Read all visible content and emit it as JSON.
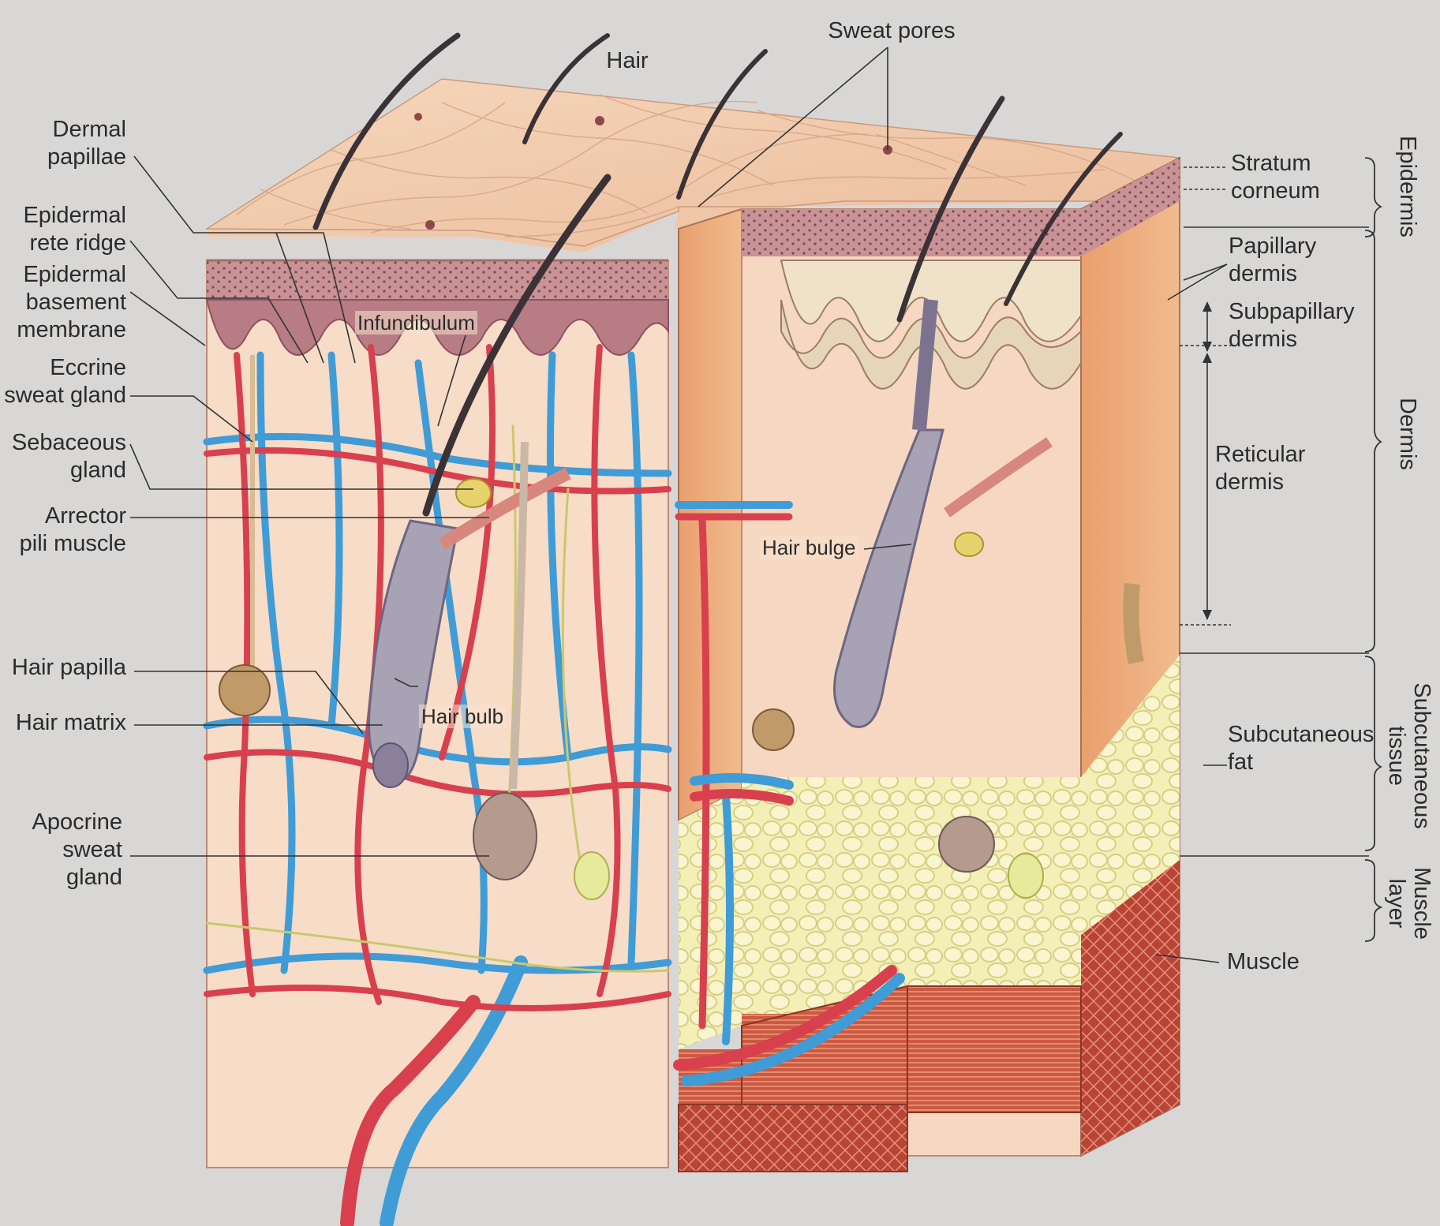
{
  "labels": {
    "hair": "Hair",
    "sweat_pores": "Sweat pores",
    "dermal_papillae": [
      "Dermal",
      "papillae"
    ],
    "epidermal_rete_ridge": [
      "Epidermal",
      "rete ridge"
    ],
    "epidermal_basement_membrane": [
      "Epidermal",
      "basement",
      "membrane"
    ],
    "eccrine_sweat_gland": [
      "Eccrine",
      "sweat gland"
    ],
    "sebaceous_gland": [
      "Sebaceous",
      "gland"
    ],
    "arrector_pili_muscle": [
      "Arrector",
      "pili muscle"
    ],
    "hair_papilla": "Hair papilla",
    "hair_matrix": "Hair matrix",
    "apocrine_sweat_gland": [
      "Apocrine",
      "sweat",
      "gland"
    ],
    "infundibulum": "Infundibulum",
    "hair_bulb": "Hair bulb",
    "hair_bulge": "Hair bulge",
    "stratum_corneum": [
      "Stratum",
      "corneum"
    ],
    "papillary_dermis": [
      "Papillary",
      "dermis"
    ],
    "subpapillary_dermis": [
      "Subpapillary",
      "dermis"
    ],
    "reticular_dermis": [
      "Reticular",
      "dermis"
    ],
    "subcutaneous_fat": [
      "Subcutaneous",
      "fat"
    ],
    "muscle": "Muscle"
  },
  "layers": {
    "epidermis": "Epidermis",
    "dermis": "Dermis",
    "subcutaneous_tissue": [
      "Subcutaneous",
      "tissue"
    ],
    "muscle_layer": [
      "Muscle",
      "layer"
    ]
  },
  "colors": {
    "background": "#d8d7d6",
    "artery": "#d8404e",
    "vein": "#3e9bd4",
    "nerve": "#c9c96a",
    "epidermis_top": "#f2cdb0",
    "dermis": "#f6d9c3",
    "fat": "#f1eca8",
    "muscle": "#c8533f"
  }
}
